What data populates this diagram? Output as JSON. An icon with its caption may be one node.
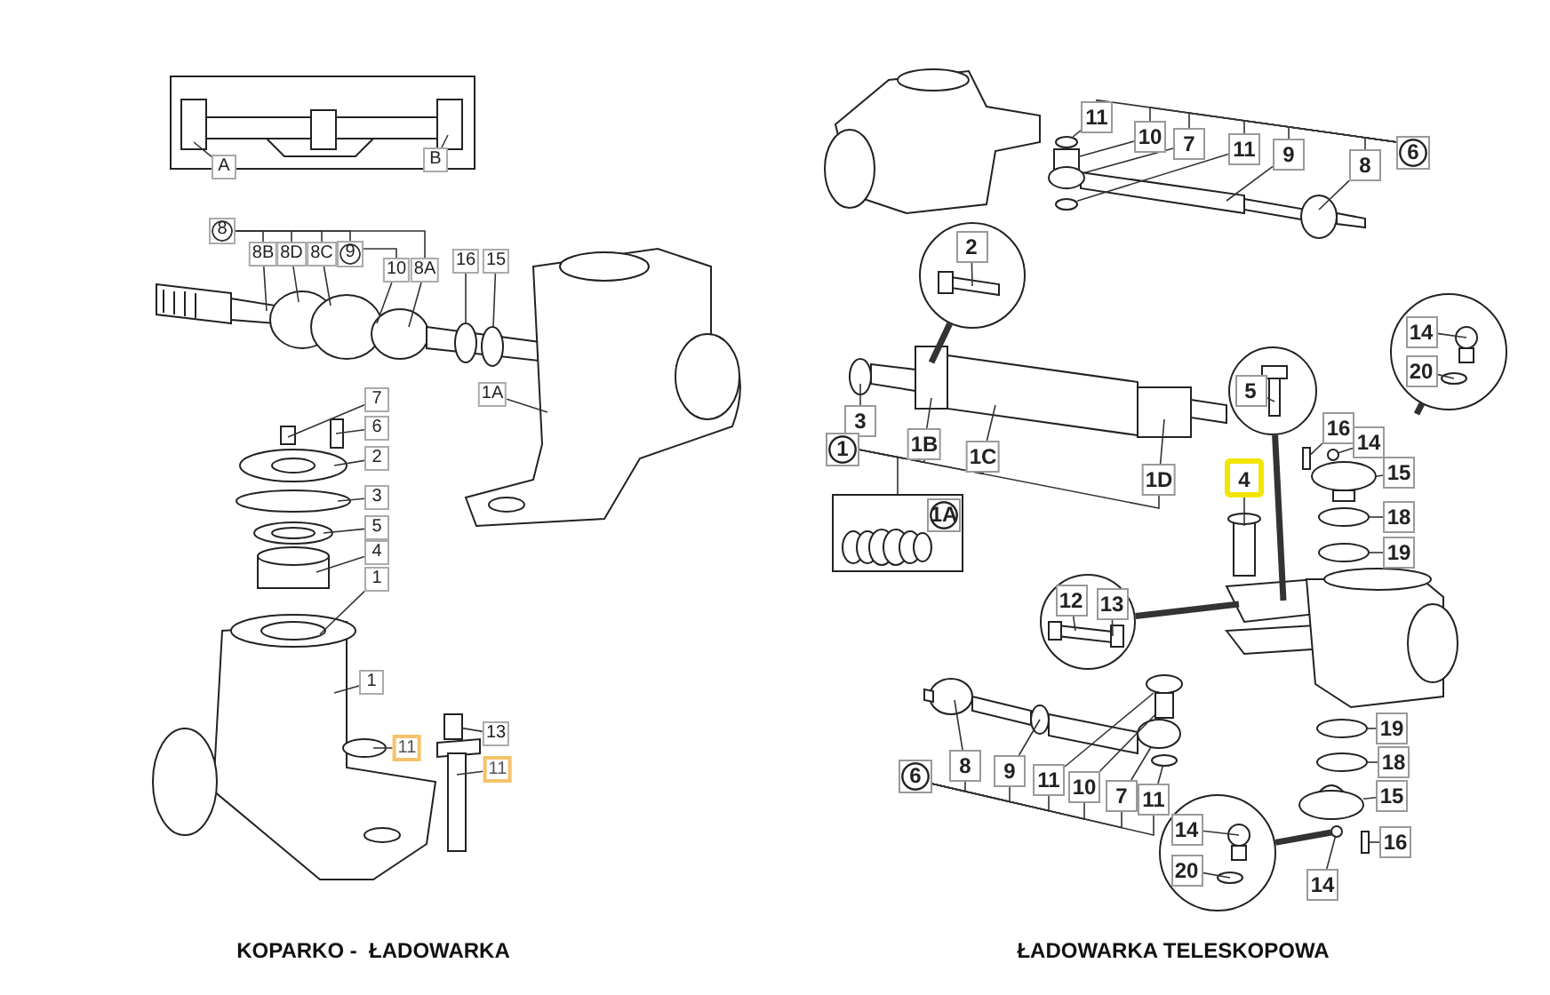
{
  "diagram": {
    "nodes": [
      {
        "text": [
          "A"
        ]
      },
      {
        "text": [
          "B"
        ]
      },
      {
        "text": [
          "8"
        ]
      },
      {
        "text": [
          "8B"
        ]
      },
      {
        "text": [
          "8D"
        ]
      },
      {
        "text": [
          "8C"
        ]
      },
      {
        "text": [
          "9"
        ]
      },
      {
        "text": [
          "10"
        ]
      },
      {
        "text": [
          "8A"
        ]
      },
      {
        "text": [
          "16"
        ]
      },
      {
        "text": [
          "15"
        ]
      },
      {
        "text": [
          "1A"
        ]
      },
      {
        "text": [
          "7"
        ]
      },
      {
        "text": [
          "6"
        ]
      },
      {
        "text": [
          "2"
        ]
      },
      {
        "text": [
          "3"
        ]
      },
      {
        "text": [
          "5"
        ]
      },
      {
        "text": [
          "4"
        ]
      },
      {
        "text": [
          "1"
        ]
      },
      {
        "text": [
          "1"
        ]
      },
      {
        "text": [
          "11"
        ]
      },
      {
        "text": [
          "13"
        ]
      },
      {
        "text": [
          "11"
        ]
      },
      {
        "text": [
          "11"
        ]
      },
      {
        "text": [
          "10"
        ]
      },
      {
        "text": [
          "7"
        ]
      },
      {
        "text": [
          "11"
        ]
      },
      {
        "text": [
          "9"
        ]
      },
      {
        "text": [
          "8"
        ]
      },
      {
        "text": [
          "6"
        ]
      },
      {
        "text": [],
        "shape": "circle"
      },
      {
        "text": [
          "2"
        ],
        "in": 30
      },
      {
        "text": [
          "3"
        ]
      },
      {
        "text": [
          "1"
        ]
      },
      {
        "text": [
          "1B"
        ]
      },
      {
        "text": [
          "1C"
        ]
      },
      {
        "text": [
          "1D"
        ]
      },
      {
        "text": [
          "4"
        ]
      },
      {
        "text": [],
        "shape": "circle"
      },
      {
        "text": [
          "5"
        ],
        "in": 38
      },
      {
        "text": [],
        "shape": "circle"
      },
      {
        "text": [
          "14"
        ],
        "in": 40
      },
      {
        "text": [
          "20"
        ],
        "in": 40
      },
      {
        "text": [
          "16"
        ]
      },
      {
        "text": [
          "14"
        ]
      },
      {
        "text": [
          "15"
        ]
      },
      {
        "text": [
          "1A"
        ]
      },
      {
        "text": [
          "18"
        ]
      },
      {
        "text": [
          "19"
        ]
      },
      {
        "text": [],
        "shape": "circle"
      },
      {
        "text": [
          "12"
        ],
        "in": 49
      },
      {
        "text": [
          "13"
        ],
        "in": 49
      },
      {
        "text": [
          "6"
        ]
      },
      {
        "text": [
          "8"
        ]
      },
      {
        "text": [
          "9"
        ]
      },
      {
        "text": [
          "11"
        ]
      },
      {
        "text": [
          "10"
        ]
      },
      {
        "text": [
          "7"
        ]
      },
      {
        "text": [
          "11"
        ]
      },
      {
        "text": [
          "19"
        ]
      },
      {
        "text": [
          "18"
        ]
      },
      {
        "text": [
          "15"
        ]
      },
      {
        "text": [
          "16"
        ]
      },
      {
        "text": [
          "14"
        ]
      },
      {
        "text": [],
        "shape": "circle"
      },
      {
        "text": [
          "14"
        ],
        "in": 64
      },
      {
        "text": [
          "20"
        ],
        "in": 64
      },
      {
        "text": [],
        "shape": "circle"
      },
      {
        "text": [],
        "shape": "circle"
      },
      {
        "text": [],
        "shape": "box"
      },
      {
        "text": [],
        "shape": "box"
      },
      {
        "text": [],
        "shape": "circle"
      },
      {
        "text": [],
        "shape": "circle"
      },
      {
        "text": [],
        "shape": "circle"
      },
      {
        "text": [],
        "shape": "circle"
      },
      {
        "text": [],
        "shape": "circle"
      },
      {
        "text": [],
        "shape": "circle"
      },
      {
        "text": [],
        "shape": "circle"
      },
      {
        "text": [],
        "shape": "box"
      },
      {
        "text": [],
        "shape": "circle"
      },
      {
        "text": [],
        "shape": "circle"
      },
      {
        "text": [],
        "shape": "box"
      },
      {
        "text": [],
        "shape": "circle"
      },
      {
        "text": [],
        "shape": "circle"
      },
      {
        "text": [],
        "shape": "box"
      },
      {
        "text": [],
        "shape": "circle"
      },
      {
        "text": [],
        "shape": "circle"
      },
      {
        "text": [],
        "shape": "circle"
      }
    ],
    "edges": [
      {
        "from": 0,
        "to": null,
        "arrow": "none"
      },
      {
        "from": 1,
        "to": null,
        "arrow": "none"
      },
      {
        "from": 2,
        "to": 3,
        "arrow": "none"
      },
      {
        "from": 2,
        "to": 4,
        "arrow": "none"
      },
      {
        "from": 2,
        "to": 5,
        "arrow": "none"
      },
      {
        "from": 2,
        "to": 6,
        "arrow": "none"
      },
      {
        "from": 2,
        "to": 8,
        "arrow": "none"
      },
      {
        "from": 3,
        "to": null,
        "arrow": "none"
      },
      {
        "from": 4,
        "to": null,
        "arrow": "none"
      },
      {
        "from": 5,
        "to": null,
        "arrow": "none"
      },
      {
        "from": 6,
        "to": 7,
        "arrow": "none"
      },
      {
        "from": 7,
        "to": null,
        "arrow": "none"
      },
      {
        "from": 8,
        "to": null,
        "arrow": "none"
      },
      {
        "from": 9,
        "to": 67,
        "arrow": "none"
      },
      {
        "from": 10,
        "to": 68,
        "arrow": "none"
      },
      {
        "from": 11,
        "to": null,
        "arrow": "none"
      },
      {
        "from": 12,
        "to": null,
        "arrow": "none"
      },
      {
        "from": 13,
        "to": null,
        "arrow": "none"
      },
      {
        "from": 14,
        "to": null,
        "arrow": "none"
      },
      {
        "from": 15,
        "to": null,
        "arrow": "none"
      },
      {
        "from": 16,
        "to": null,
        "arrow": "none"
      },
      {
        "from": 17,
        "to": null,
        "arrow": "none"
      },
      {
        "from": 18,
        "to": null,
        "arrow": "none"
      },
      {
        "from": 19,
        "to": null,
        "arrow": "none"
      },
      {
        "from": 20,
        "to": null,
        "arrow": "none"
      },
      {
        "from": 21,
        "to": 69,
        "arrow": "none"
      },
      {
        "from": 22,
        "to": null,
        "arrow": "none"
      },
      {
        "from": 23,
        "to": 75,
        "arrow": "none"
      },
      {
        "from": 24,
        "to": 70,
        "arrow": "none"
      },
      {
        "from": 25,
        "to": 76,
        "arrow": "none"
      },
      {
        "from": 26,
        "to": 77,
        "arrow": "none"
      },
      {
        "from": 27,
        "to": null,
        "arrow": "none"
      },
      {
        "from": 28,
        "to": null,
        "arrow": "none"
      },
      {
        "from": 29,
        "to": 23,
        "arrow": "none"
      },
      {
        "from": 29,
        "to": 24,
        "arrow": "none"
      },
      {
        "from": 29,
        "to": 25,
        "arrow": "none"
      },
      {
        "from": 29,
        "to": 26,
        "arrow": "none"
      },
      {
        "from": 29,
        "to": 27,
        "arrow": "none"
      },
      {
        "from": 29,
        "to": 28,
        "arrow": "none"
      },
      {
        "from": 30,
        "to": null,
        "arrow": "none",
        "style": "thick"
      },
      {
        "from": 31,
        "to": null,
        "arrow": "none"
      },
      {
        "from": 32,
        "to": null,
        "arrow": "none"
      },
      {
        "from": 33,
        "to": 34,
        "arrow": "none"
      },
      {
        "from": 33,
        "to": 35,
        "arrow": "none"
      },
      {
        "from": 33,
        "to": 36,
        "arrow": "none"
      },
      {
        "from": 33,
        "to": 46,
        "arrow": "none"
      },
      {
        "from": 34,
        "to": null,
        "arrow": "none"
      },
      {
        "from": 35,
        "to": null,
        "arrow": "none"
      },
      {
        "from": 36,
        "to": null,
        "arrow": "none"
      },
      {
        "from": 37,
        "to": null,
        "arrow": "none"
      },
      {
        "from": 38,
        "to": null,
        "arrow": "none",
        "style": "thick"
      },
      {
        "from": 39,
        "to": null,
        "arrow": "none"
      },
      {
        "from": 40,
        "to": null,
        "arrow": "none",
        "style": "thick"
      },
      {
        "from": 41,
        "to": null,
        "arrow": "none"
      },
      {
        "from": 42,
        "to": null,
        "arrow": "none"
      },
      {
        "from": 43,
        "to": 78,
        "arrow": "none"
      },
      {
        "from": 44,
        "to": 71,
        "arrow": "none"
      },
      {
        "from": 45,
        "to": 72,
        "arrow": "none"
      },
      {
        "from": 47,
        "to": 79,
        "arrow": "none"
      },
      {
        "from": 48,
        "to": 80,
        "arrow": "none"
      },
      {
        "from": 49,
        "to": null,
        "arrow": "none",
        "style": "thick"
      },
      {
        "from": 50,
        "to": null,
        "arrow": "none"
      },
      {
        "from": 51,
        "to": null,
        "arrow": "none"
      },
      {
        "from": 52,
        "to": 53,
        "arrow": "none"
      },
      {
        "from": 52,
        "to": 54,
        "arrow": "none"
      },
      {
        "from": 52,
        "to": 55,
        "arrow": "none"
      },
      {
        "from": 52,
        "to": 56,
        "arrow": "none"
      },
      {
        "from": 52,
        "to": 57,
        "arrow": "none"
      },
      {
        "from": 52,
        "to": 58,
        "arrow": "none"
      },
      {
        "from": 53,
        "to": null,
        "arrow": "none"
      },
      {
        "from": 54,
        "to": null,
        "arrow": "none"
      },
      {
        "from": 55,
        "to": 73,
        "arrow": "none"
      },
      {
        "from": 56,
        "to": 81,
        "arrow": "none"
      },
      {
        "from": 57,
        "to": 82,
        "arrow": "none"
      },
      {
        "from": 58,
        "to": 83,
        "arrow": "none"
      },
      {
        "from": 59,
        "to": 86,
        "arrow": "none"
      },
      {
        "from": 60,
        "to": 87,
        "arrow": "none"
      },
      {
        "from": 61,
        "to": 74,
        "arrow": "none"
      },
      {
        "from": 62,
        "to": 84,
        "arrow": "none"
      },
      {
        "from": 63,
        "to": 85,
        "arrow": "none"
      },
      {
        "from": 64,
        "to": 85,
        "arrow": "none",
        "style": "thick"
      },
      {
        "from": 65,
        "to": null,
        "arrow": "none"
      },
      {
        "from": 66,
        "to": null,
        "arrow": "none"
      }
    ],
    "labels": [
      "KOPARKO -  ŁADOWARKA",
      "ŁADOWARKA TELESKOPOWA"
    ]
  }
}
